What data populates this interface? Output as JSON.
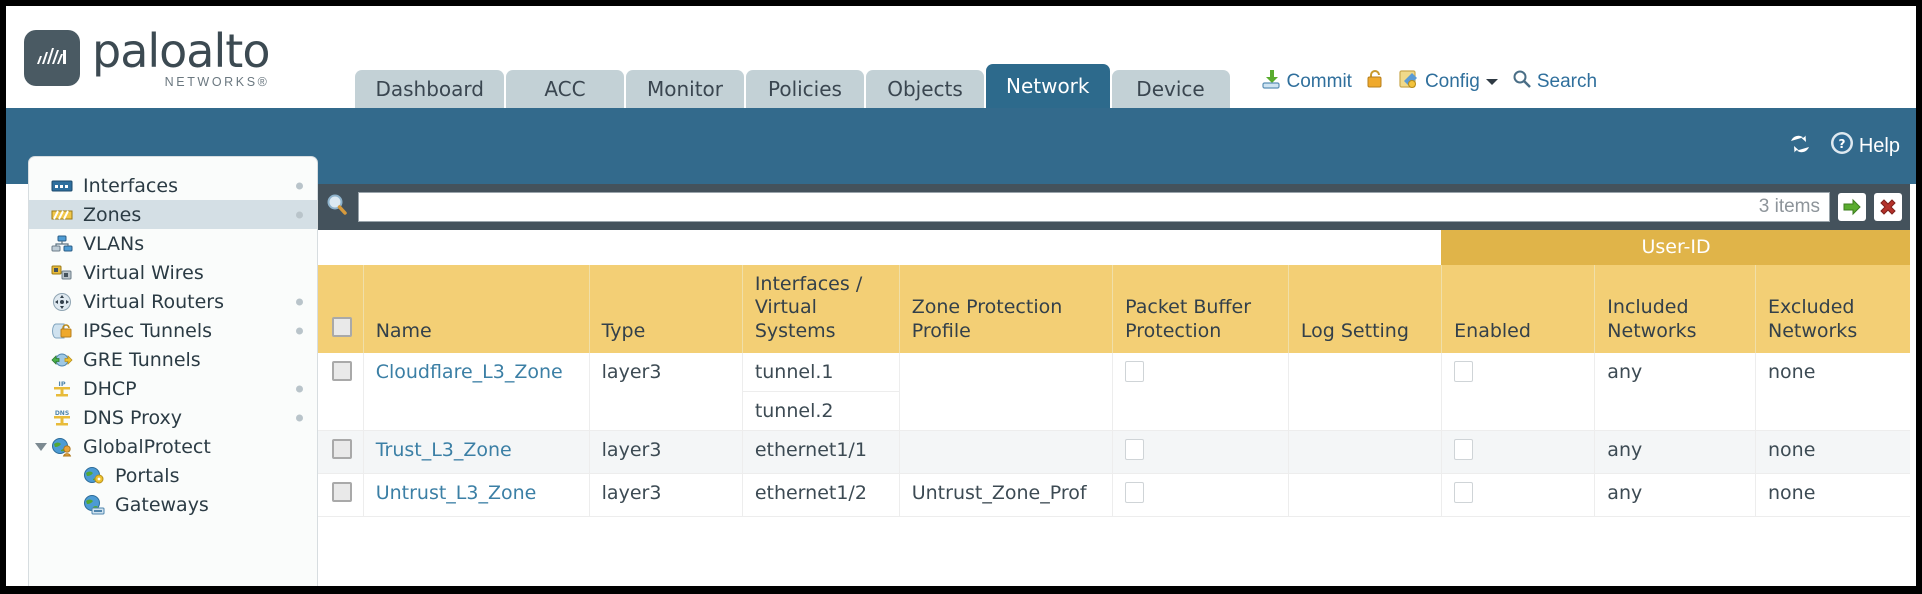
{
  "brand": {
    "name": "paloalto",
    "sub": "NETWORKS®"
  },
  "tabs": [
    {
      "label": "Dashboard",
      "active": false
    },
    {
      "label": "ACC",
      "active": false
    },
    {
      "label": "Monitor",
      "active": false
    },
    {
      "label": "Policies",
      "active": false
    },
    {
      "label": "Objects",
      "active": false
    },
    {
      "label": "Network",
      "active": true
    },
    {
      "label": "Device",
      "active": false
    }
  ],
  "header_actions": {
    "commit": "Commit",
    "lock_icon": "lock-icon",
    "config": "Config",
    "config_caret": "chevron-down-icon",
    "search": "Search"
  },
  "band": {
    "refresh_icon": "refresh-icon",
    "help": "Help"
  },
  "sidebar": {
    "items": [
      {
        "label": "Interfaces",
        "icon": "interfaces-icon",
        "selected": false,
        "dot": true,
        "child": false,
        "caret": false
      },
      {
        "label": "Zones",
        "icon": "zones-icon",
        "selected": true,
        "dot": true,
        "child": false,
        "caret": false
      },
      {
        "label": "VLANs",
        "icon": "vlans-icon",
        "selected": false,
        "dot": false,
        "child": false,
        "caret": false
      },
      {
        "label": "Virtual Wires",
        "icon": "virtual-wires-icon",
        "selected": false,
        "dot": false,
        "child": false,
        "caret": false
      },
      {
        "label": "Virtual Routers",
        "icon": "virtual-routers-icon",
        "selected": false,
        "dot": true,
        "child": false,
        "caret": false
      },
      {
        "label": "IPSec Tunnels",
        "icon": "ipsec-tunnels-icon",
        "selected": false,
        "dot": true,
        "child": false,
        "caret": false
      },
      {
        "label": "GRE Tunnels",
        "icon": "gre-tunnels-icon",
        "selected": false,
        "dot": false,
        "child": false,
        "caret": false
      },
      {
        "label": "DHCP",
        "icon": "dhcp-icon",
        "selected": false,
        "dot": true,
        "child": false,
        "caret": false
      },
      {
        "label": "DNS Proxy",
        "icon": "dns-proxy-icon",
        "selected": false,
        "dot": true,
        "child": false,
        "caret": false
      },
      {
        "label": "GlobalProtect",
        "icon": "globalprotect-icon",
        "selected": false,
        "dot": false,
        "child": false,
        "caret": true
      },
      {
        "label": "Portals",
        "icon": "portals-icon",
        "selected": false,
        "dot": false,
        "child": true,
        "caret": false
      },
      {
        "label": "Gateways",
        "icon": "gateways-icon",
        "selected": false,
        "dot": false,
        "child": true,
        "caret": false
      }
    ]
  },
  "search": {
    "icon": "search-icon",
    "value": "",
    "placeholder": "",
    "item_count": "3 items",
    "apply_icon": "green-arrow-icon",
    "clear_icon": "red-x-icon"
  },
  "table": {
    "group_header": "User-ID",
    "columns": [
      "Name",
      "Type",
      "Interfaces / Virtual Systems",
      "Zone Protection Profile",
      "Packet Buffer Protection",
      "Log Setting",
      "Enabled",
      "Included Networks",
      "Excluded Networks"
    ],
    "rows": [
      {
        "name": "Cloudflare_L3_Zone",
        "type": "layer3",
        "interfaces": [
          "tunnel.1",
          "tunnel.2"
        ],
        "zone_protection_profile": "",
        "packet_buffer_protection": false,
        "log_setting": "",
        "userid_enabled": false,
        "included_networks": "any",
        "excluded_networks": "none"
      },
      {
        "name": "Trust_L3_Zone",
        "type": "layer3",
        "interfaces": [
          "ethernet1/1"
        ],
        "zone_protection_profile": "",
        "packet_buffer_protection": false,
        "log_setting": "",
        "userid_enabled": false,
        "included_networks": "any",
        "excluded_networks": "none"
      },
      {
        "name": "Untrust_L3_Zone",
        "type": "layer3",
        "interfaces": [
          "ethernet1/2"
        ],
        "zone_protection_profile": "Untrust_Zone_Prof",
        "packet_buffer_protection": false,
        "log_setting": "",
        "userid_enabled": false,
        "included_networks": "any",
        "excluded_networks": "none"
      }
    ]
  },
  "colors": {
    "brand_blue": "#336a8c",
    "tab_active": "#2d6a8c",
    "tab_inactive": "#c3d1d6",
    "table_header": "#f3cf75",
    "group_header": "#e0b449",
    "link": "#3b7fa5",
    "search_band": "#44525c"
  }
}
